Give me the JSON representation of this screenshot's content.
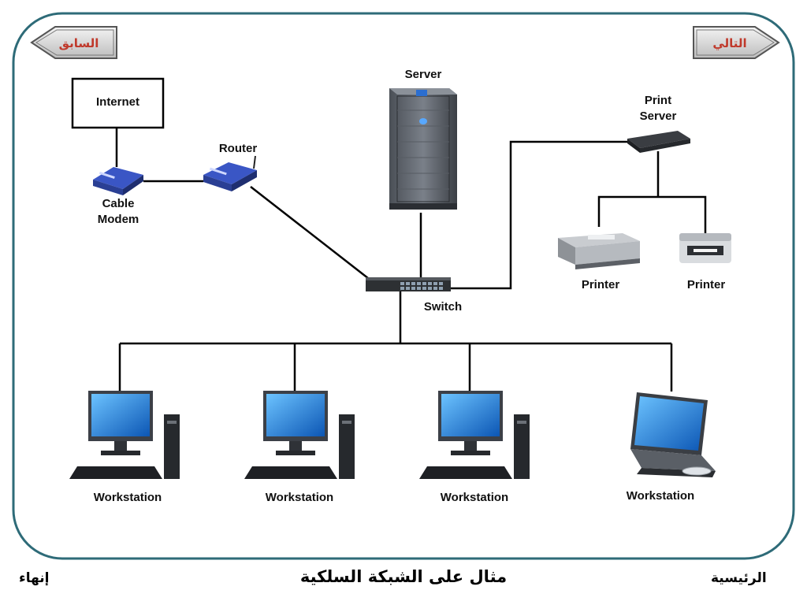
{
  "nav": {
    "prev_label": "السابق",
    "next_label": "التالي"
  },
  "devices": {
    "internet": "Internet",
    "cable_modem_line1": "Cable",
    "cable_modem_line2": "Modem",
    "router": "Router",
    "server": "Server",
    "print_server_line1": "Print",
    "print_server_line2": "Server",
    "switch": "Switch",
    "printer_1": "Printer",
    "printer_2": "Printer",
    "workstation_1": "Workstation",
    "workstation_2": "Workstation",
    "workstation_3": "Workstation",
    "workstation_4": "Workstation"
  },
  "footer": {
    "exit_label": "إنهاء",
    "title": "مثال على الشبكة السلكية",
    "home_label": "الرئيسية"
  },
  "colors": {
    "frame_border": "#2e6b78",
    "nav_arrow_fill": "#cfcfcf",
    "nav_text": "#c0392b",
    "device_blue": "#3a56c5",
    "screen_blue": "#1f7fd6"
  }
}
